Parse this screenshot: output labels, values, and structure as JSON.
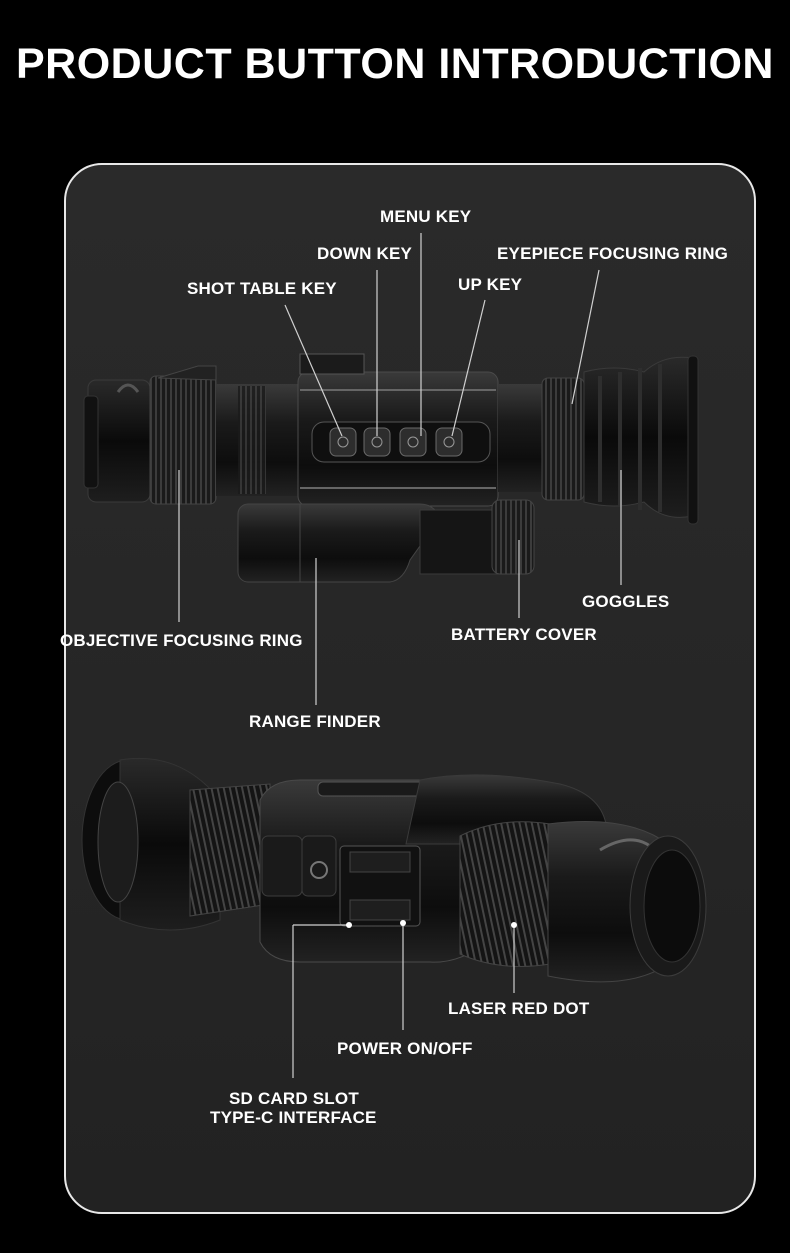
{
  "title": "PRODUCT BUTTON INTRODUCTION",
  "top_view": {
    "labels": {
      "menu_key": "MENU KEY",
      "down_key": "DOWN KEY",
      "eyepiece_focusing_ring": "EYEPIECE FOCUSING RING",
      "shot_table_key": "SHOT TABLE KEY",
      "up_key": "UP KEY",
      "goggles": "GOGGLES",
      "objective_focusing_ring": "OBJECTIVE FOCUSING RING",
      "battery_cover": "BATTERY COVER",
      "range_finder": "RANGE FINDER"
    }
  },
  "bottom_view": {
    "labels": {
      "laser_red_dot": "LASER RED DOT",
      "power_on_off": "POWER ON/OFF",
      "sd_card_slot": "SD CARD SLOT",
      "type_c_interface": "TYPE-C INTERFACE"
    }
  },
  "colors": {
    "background": "#000000",
    "panel": "#262626",
    "panel_border": "#e8e8e8",
    "text": "#ffffff",
    "leader_line": "#d0d0d0"
  }
}
